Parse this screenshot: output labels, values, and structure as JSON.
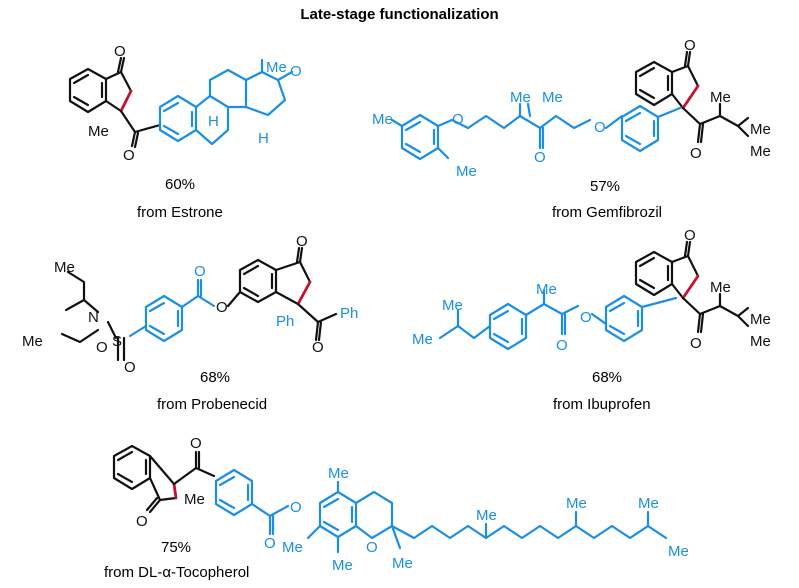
{
  "title": "Late-stage functionalization",
  "compounds": [
    {
      "yield": "60%",
      "source": "from Estrone"
    },
    {
      "yield": "57%",
      "source": "from Gemfibrozil"
    },
    {
      "yield": "68%",
      "source": "from Probenecid"
    },
    {
      "yield": "68%",
      "source": "from Ibuprofen"
    },
    {
      "yield": "75%",
      "source": "from DL-α-Tocopherol"
    }
  ],
  "atom_labels": {
    "O": "O",
    "Me": "Me",
    "H": "H",
    "Ph": "Ph",
    "N": "N",
    "S": "S"
  },
  "colors": {
    "core": "#111111",
    "drug": "#1a8fe3",
    "new_bond": "#c8102e"
  }
}
